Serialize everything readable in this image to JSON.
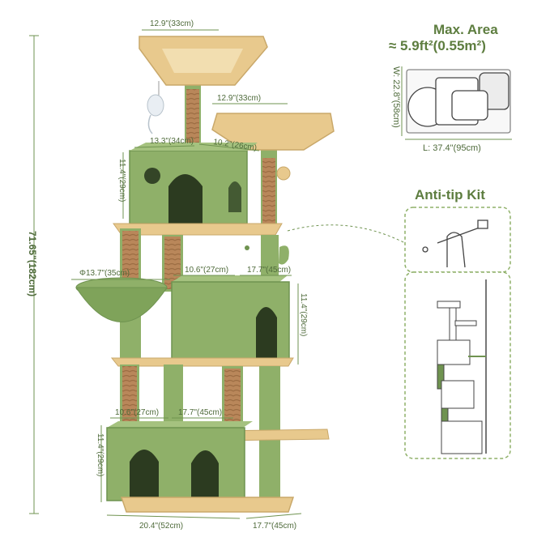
{
  "dimensions": {
    "top_perch_width": "12.9\"(33cm)",
    "second_perch_width": "12.9\"(33cm)",
    "upper_condo_width": "13.3\"(34cm)",
    "upper_condo_depth": "10.2\"(26cm)",
    "upper_condo_height": "11.4\"(29cm)",
    "hammock_diameter": "Φ13.7\"(35cm)",
    "mid_condo_width": "10.6\"(27cm)",
    "mid_condo_depth": "17.7\"(45cm)",
    "mid_condo_height": "11.4\"(29cm)",
    "bottom_condo_width": "10.6\"(27cm)",
    "bottom_condo_depth": "17.7\"(45cm)",
    "bottom_condo_height": "11.4\"(29cm)",
    "base_width": "20.4\"(52cm)",
    "base_depth": "17.7\"(45cm)",
    "total_height": "71.65\"(182cm)"
  },
  "max_area": {
    "title_line1": "Max. Area",
    "title_line2": "≈ 5.9ft²(0.55m²)",
    "width_label": "W: 22.8\"(58cm)",
    "length_label": "L: 37.4\"(95cm)"
  },
  "anti_tip": {
    "title": "Anti-tip Kit"
  },
  "colors": {
    "green": "#8fb069",
    "green_dark": "#6f9350",
    "beige": "#e8c98d",
    "sisal": "#b9875a",
    "accent_text": "#5d7d3f"
  }
}
